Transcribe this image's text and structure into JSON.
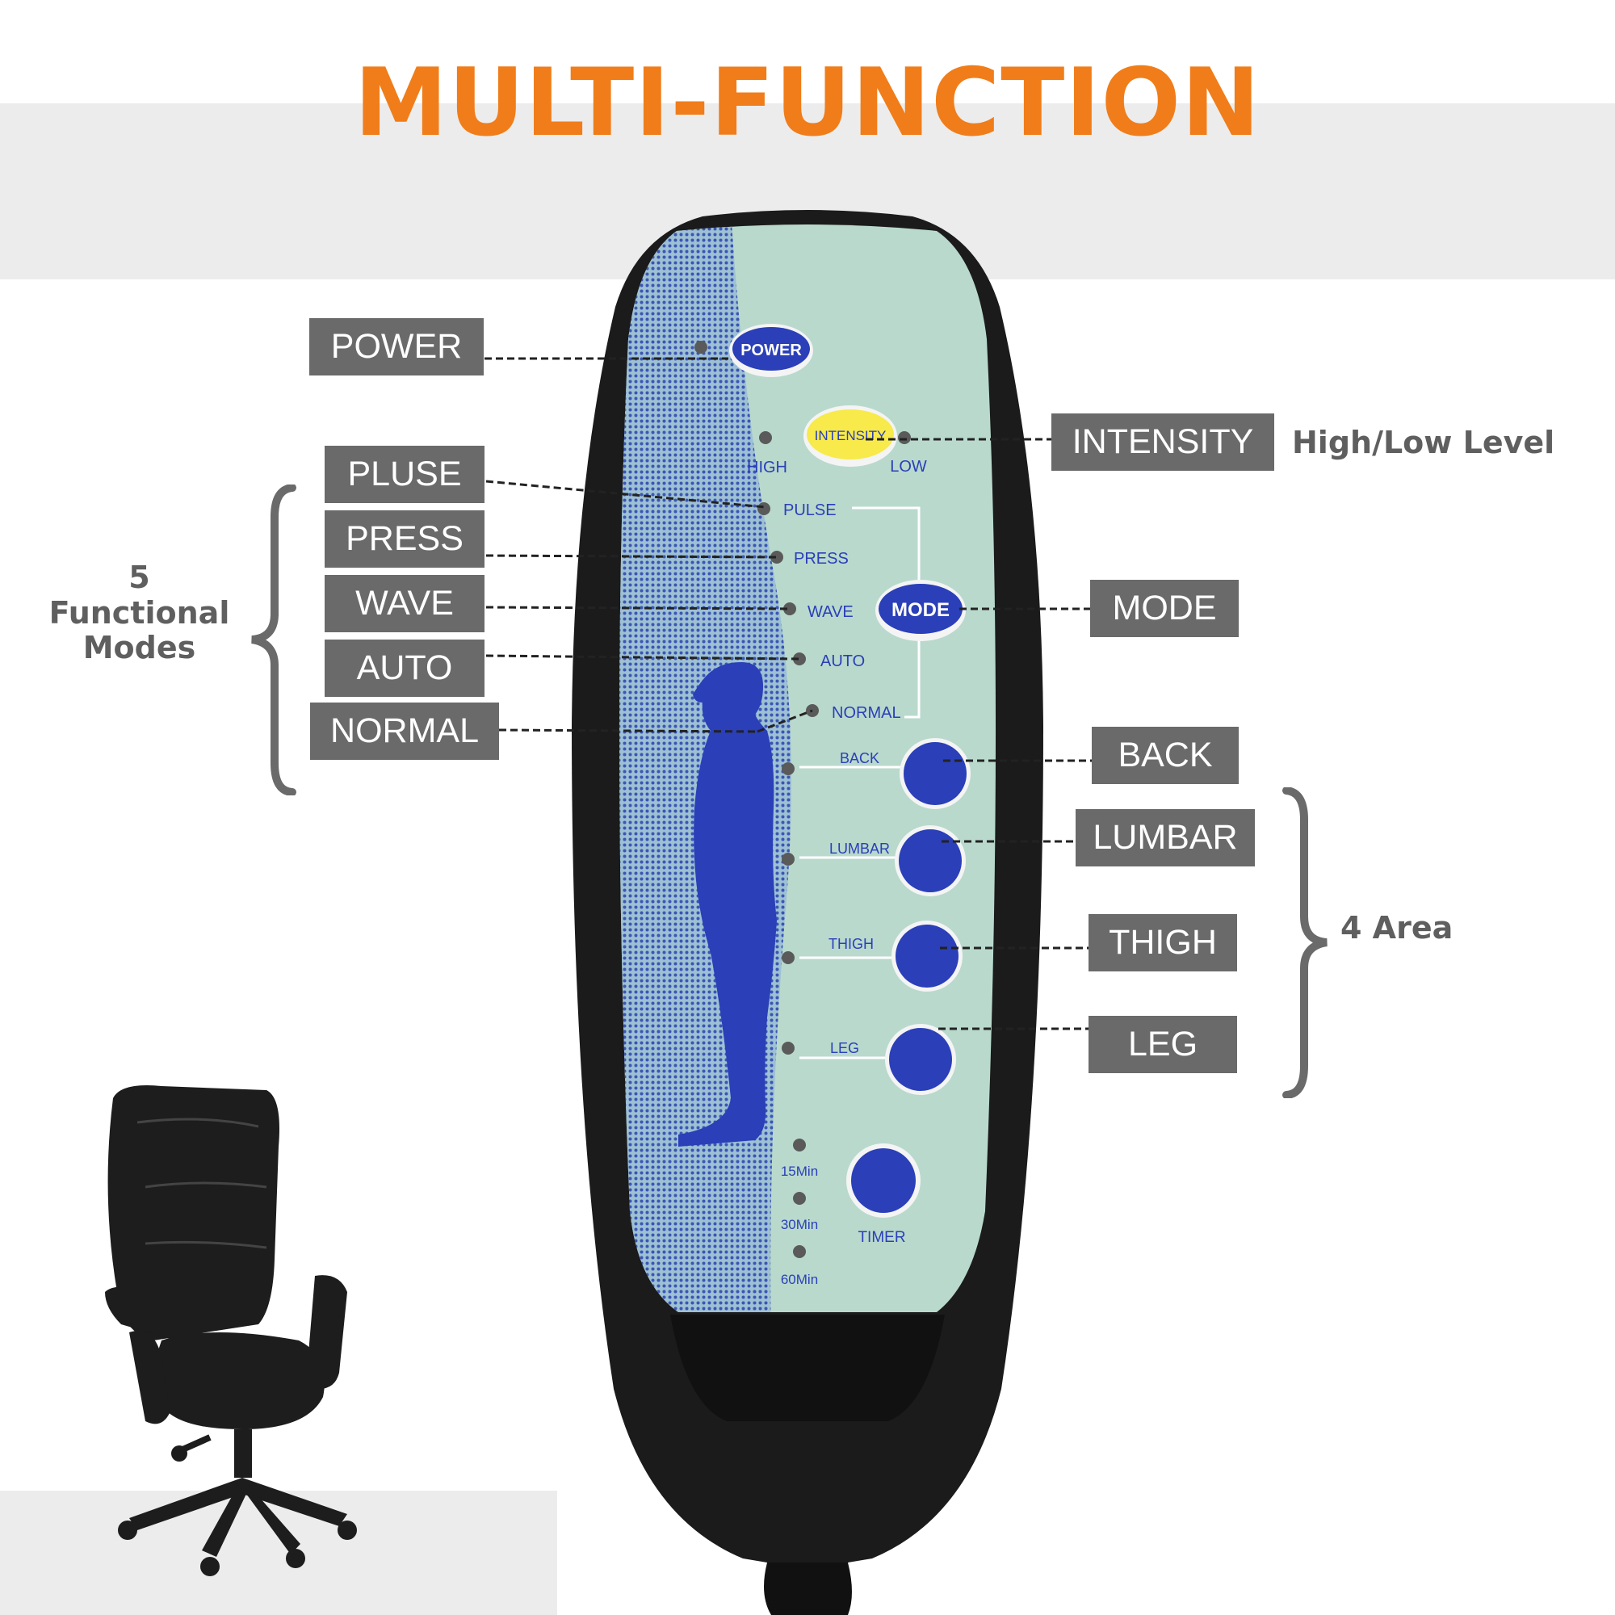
{
  "title": "MULTI-FUNCTION",
  "left_labels": [
    "POWER",
    "PLUSE",
    "PRESS",
    "WAVE",
    "AUTO",
    "NORMAL"
  ],
  "right_labels": [
    "INTENSITY",
    "MODE",
    "BACK",
    "LUMBAR",
    "THIGH",
    "LEG"
  ],
  "intensity_note": "High/Low Level",
  "modes_note": [
    "5",
    "Functional",
    "Modes"
  ],
  "area_note": "4 Area",
  "remote": {
    "power": "POWER",
    "intensity": "INTENSITY",
    "high": "HIGH",
    "low": "LOW",
    "pulse": "PULSE",
    "press": "PRESS",
    "wave": "WAVE",
    "mode": "MODE",
    "auto": "AUTO",
    "normal": "NORMAL",
    "back": "BACK",
    "lumbar": "LUMBAR",
    "thigh": "THIGH",
    "leg": "LEG",
    "t15": "15Min",
    "t30": "30Min",
    "t60": "60Min",
    "timer": "TIMER"
  },
  "colors": {
    "accent": "#f07d1a",
    "label_bg": "#6a6a6a",
    "panel": "#b9d9cd",
    "button_blue": "#2a3fb8",
    "intensity_yellow": "#f7ea4a"
  },
  "icons": [
    "office-chair-photo",
    "human-silhouette-icon"
  ]
}
